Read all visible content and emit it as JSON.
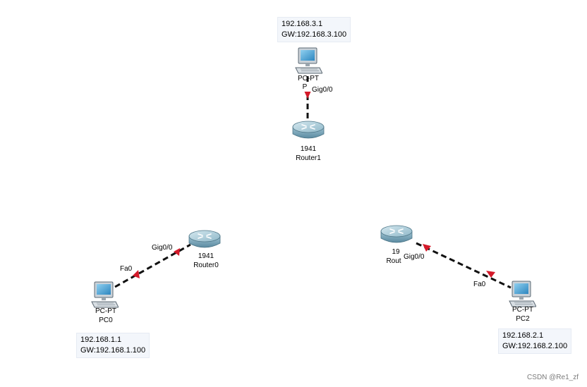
{
  "colors": {
    "link": "#111111",
    "link_marker": "#d41a2a",
    "router_body": "#7aa6b8",
    "router_top": "#a9cbd9",
    "pc_screen": "#4fa9d8",
    "pc_body": "#cfd6dc"
  },
  "icons": {
    "router": "router-icon",
    "pc": "pc-icon",
    "marker": "link-status-triangle-icon"
  },
  "pc1": {
    "type": "PC-PT",
    "name": "P",
    "ip": "192.168.3.1",
    "gw": "GW:192.168.3.100",
    "port": "Gig0/0"
  },
  "router1": {
    "model": "1941",
    "name": "Router1"
  },
  "router0": {
    "model": "1941",
    "name": "Router0",
    "port": "Gig0/0"
  },
  "pc0": {
    "type": "PC-PT",
    "name": "PC0",
    "ip": "192.168.1.1",
    "gw": "GW:192.168.1.100",
    "port": "Fa0"
  },
  "router2": {
    "model": "19",
    "name": "Rout",
    "port": "Gig0/0"
  },
  "pc2": {
    "type": "PC-PT",
    "name": "PC2",
    "ip": "192.168.2.1",
    "gw": "GW:192.168.2.100",
    "port": "Fa0"
  },
  "watermark": "CSDN @Re1_zf"
}
